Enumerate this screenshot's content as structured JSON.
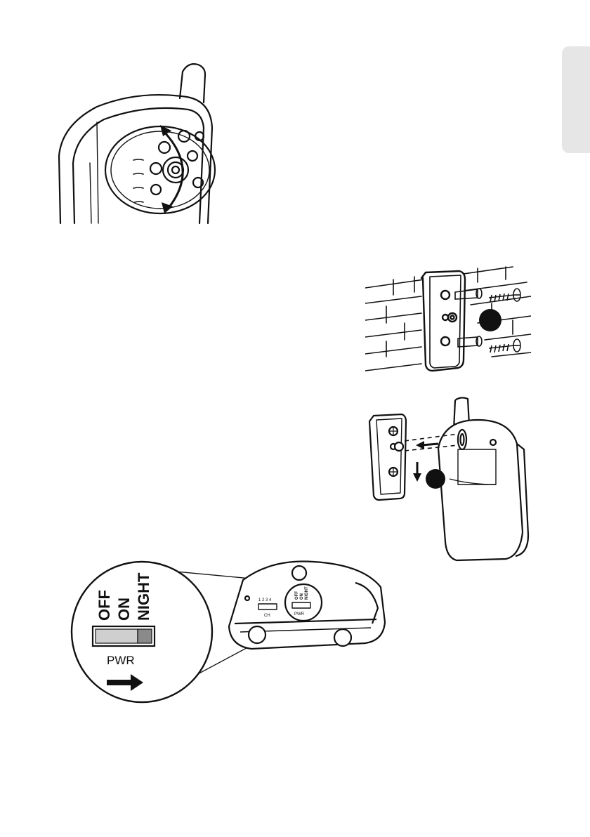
{
  "power_switch_detail": {
    "positions": [
      "OFF",
      "ON",
      "NIGHT"
    ],
    "label": "PWR"
  },
  "rear_panel": {
    "channel_numbers": "1 2 3 4",
    "channel_label": "CH",
    "power_positions": [
      "OFF",
      "ON",
      "NIGHT"
    ],
    "power_label": "PWR"
  },
  "colors": {
    "line": "#111111",
    "step_marker": "#111111",
    "side_tab": "#e6e6e6"
  }
}
